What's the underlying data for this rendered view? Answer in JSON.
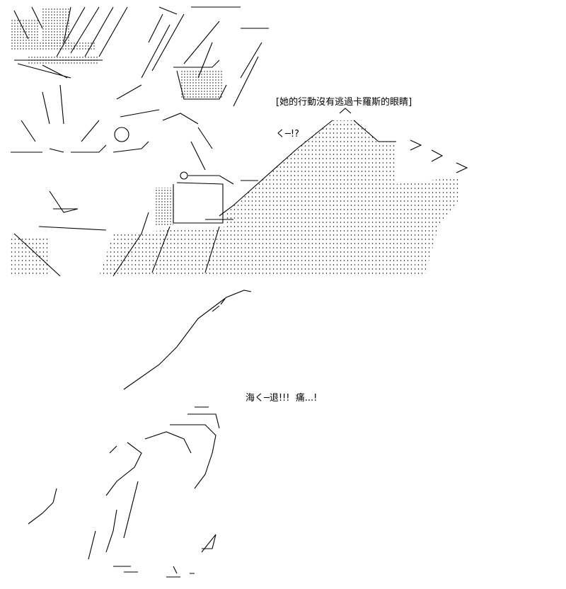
{
  "captions": {
    "line1": "[她的行動沒有逃過卡羅斯的眼睛]",
    "line2": "く─!?",
    "shout": "海く─退!!!  痛...!"
  }
}
